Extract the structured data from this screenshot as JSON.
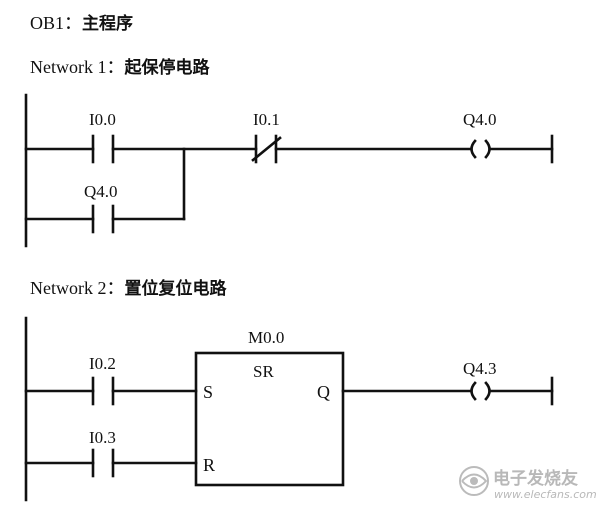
{
  "header": {
    "program_prefix": "OB1：",
    "program_title": "主程序",
    "network1_prefix": "Network 1：",
    "network1_title": "起保停电路",
    "network2_prefix": "Network 2：",
    "network2_title": "置位复位电路"
  },
  "network1": {
    "contact_start": "I0.0",
    "contact_hold": "Q4.0",
    "contact_stop": "I0.1",
    "coil": "Q4.0"
  },
  "network2": {
    "contact_set": "I0.2",
    "contact_reset": "I0.3",
    "block_address": "M0.0",
    "block_type": "SR",
    "pin_s": "S",
    "pin_r": "R",
    "pin_q": "Q",
    "coil": "Q4.3"
  },
  "watermark": {
    "brand": "电子发烧友",
    "url": "www.elecfans.com"
  },
  "colors": {
    "ink": "#111111",
    "background": "#ffffff",
    "watermark": "#b8b8b8"
  }
}
